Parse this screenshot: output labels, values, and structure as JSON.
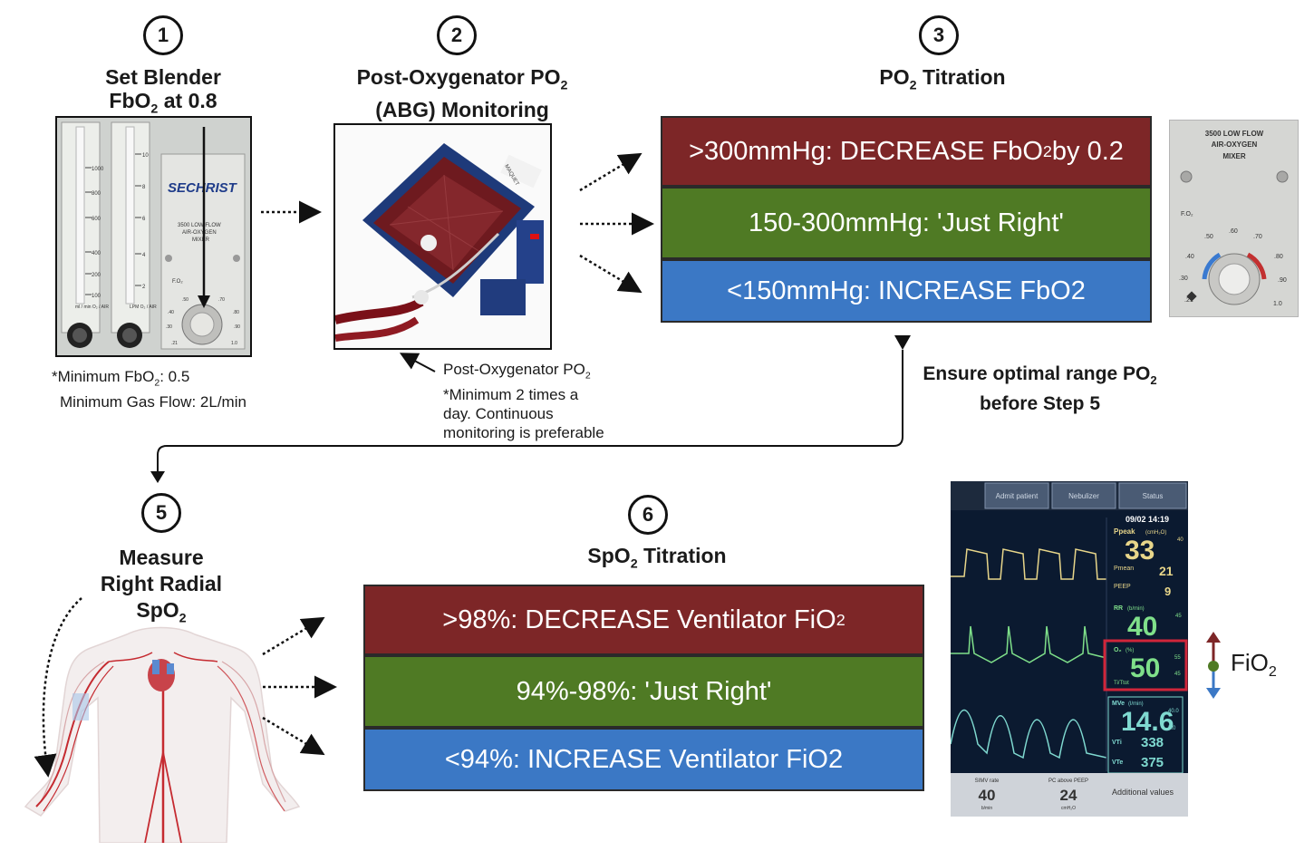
{
  "steps": [
    {
      "num": "1",
      "title_l1": "Set Blender",
      "title_l2": "FbO",
      "title_l2_sub": "2",
      "title_l2_end": " at 0.8"
    },
    {
      "num": "2",
      "title_l1": "Post-Oxygenator PO",
      "title_l1_sub": "2",
      "title_l2": "(ABG) Monitoring"
    },
    {
      "num": "3",
      "title": "PO",
      "title_sub": "2",
      "title_end": " Titration"
    },
    {
      "num": "5",
      "title_l1": "Measure",
      "title_l2": "Right Radial",
      "title_l3": "SpO",
      "title_l3_sub": "2"
    },
    {
      "num": "6",
      "title": "SpO",
      "title_sub": "2",
      "title_end": " Titration"
    }
  ],
  "po2_boxes": {
    "high": {
      "text": ">300mmHg: DECREASE FbO",
      "sub": "2",
      "end": " by 0.2",
      "color": "#7d2627"
    },
    "mid": {
      "text": "150-300mmHg:  'Just Right'",
      "color": "#4f7a24"
    },
    "low": {
      "text": "<150mmHg: INCREASE FbO2",
      "color": "#3b78c5"
    }
  },
  "spo2_boxes": {
    "high": {
      "text": ">98%: DECREASE Ventilator FiO",
      "sub": "2",
      "color": "#7d2627"
    },
    "mid": {
      "text": "94%-98%:  'Just Right'",
      "color": "#4f7a24"
    },
    "low": {
      "text": "<94%: INCREASE Ventilator FiO2",
      "color": "#3b78c5"
    }
  },
  "notes": {
    "blender_l1": "*Minimum FbO",
    "blender_l1_sub": "2",
    "blender_l1_end": ": 0.5",
    "blender_l2": "Minimum Gas Flow: 2L/min",
    "oxy_l1": "Post-Oxygenator PO",
    "oxy_l1_sub": "2",
    "oxy_l2": "*Minimum 2 times a",
    "oxy_l3": "day. Continuous",
    "oxy_l4": "monitoring is preferable",
    "ensure_l1": "Ensure optimal range PO",
    "ensure_l1_sub": "2",
    "ensure_l2": "before Step 5"
  },
  "blender_photo": {
    "brand": "SECHRIST",
    "model_l1": "3500 LOW FLOW",
    "model_l2": "AIR-OXYGEN",
    "model_l3": "MIXER",
    "fo2": "F.O₂",
    "left_scale": [
      "1000",
      "800",
      "600",
      "400",
      "200",
      "100"
    ],
    "right_scale": [
      "10",
      "8",
      "6",
      "4",
      "2"
    ],
    "left_flow_label": "ml / min O₂ / AIR",
    "right_flow_label": "LPM O₂ / AIR",
    "dial_marks": [
      ".50",
      ".70",
      ".40",
      ".80",
      ".30",
      ".90",
      ".21",
      "1.0"
    ]
  },
  "mixer_photo": {
    "model_l1": "3500 LOW FLOW",
    "model_l2": "AIR-OXYGEN",
    "model_l3": "MIXER",
    "fo2": "F.O₂",
    "dial_marks": [
      ".50",
      ".60",
      ".70",
      ".40",
      ".80",
      ".30",
      ".90",
      ".21",
      "1.0"
    ]
  },
  "oxygenator_photo": {
    "label": "MAQUET"
  },
  "ventilator": {
    "tabs": [
      "Admit patient",
      "Nebulizer",
      "Status"
    ],
    "datetime": "09/02  14:19",
    "ppeak_label": "Ppeak",
    "ppeak_unit": "(cmH₂O)",
    "ppeak": "33",
    "ppeak_scale": "40",
    "pmean_label": "Pmean",
    "pmean": "21",
    "peep_label": "PEEP",
    "peep": "9",
    "rr_label": "RR",
    "rr_unit": "(b/min)",
    "rr": "40",
    "rr_scale": "45",
    "o2_label": "O₂",
    "o2_unit": "(%)",
    "o2": "50",
    "o2_scale_hi": "55",
    "o2_scale_lo": "45",
    "titot": "Ti/Ttot",
    "mve_label": "MVe",
    "mve_unit": "(l/min)",
    "mve": "14.6",
    "mve_scale_hi": "40.0",
    "mve_scale_lo": "5.0",
    "vti": "338",
    "vte": "375",
    "vti_label": "VTi",
    "vte_label": "VTe",
    "bottom_1_label": "SIMV rate",
    "bottom_1": "40",
    "bottom_1_unit": "b/min",
    "bottom_2_label": "PC above PEEP",
    "bottom_2": "24",
    "bottom_2_unit": "cmH₂O",
    "bottom_3": "Additional values"
  },
  "fio2_label": "FiO",
  "fio2_sub": "2",
  "colors": {
    "red": "#7d2627",
    "green": "#4f7a24",
    "blue": "#3b78c5",
    "arrow_up": "#7d2627",
    "arrow_down": "#3b78c5",
    "dot": "#4f7a24"
  }
}
